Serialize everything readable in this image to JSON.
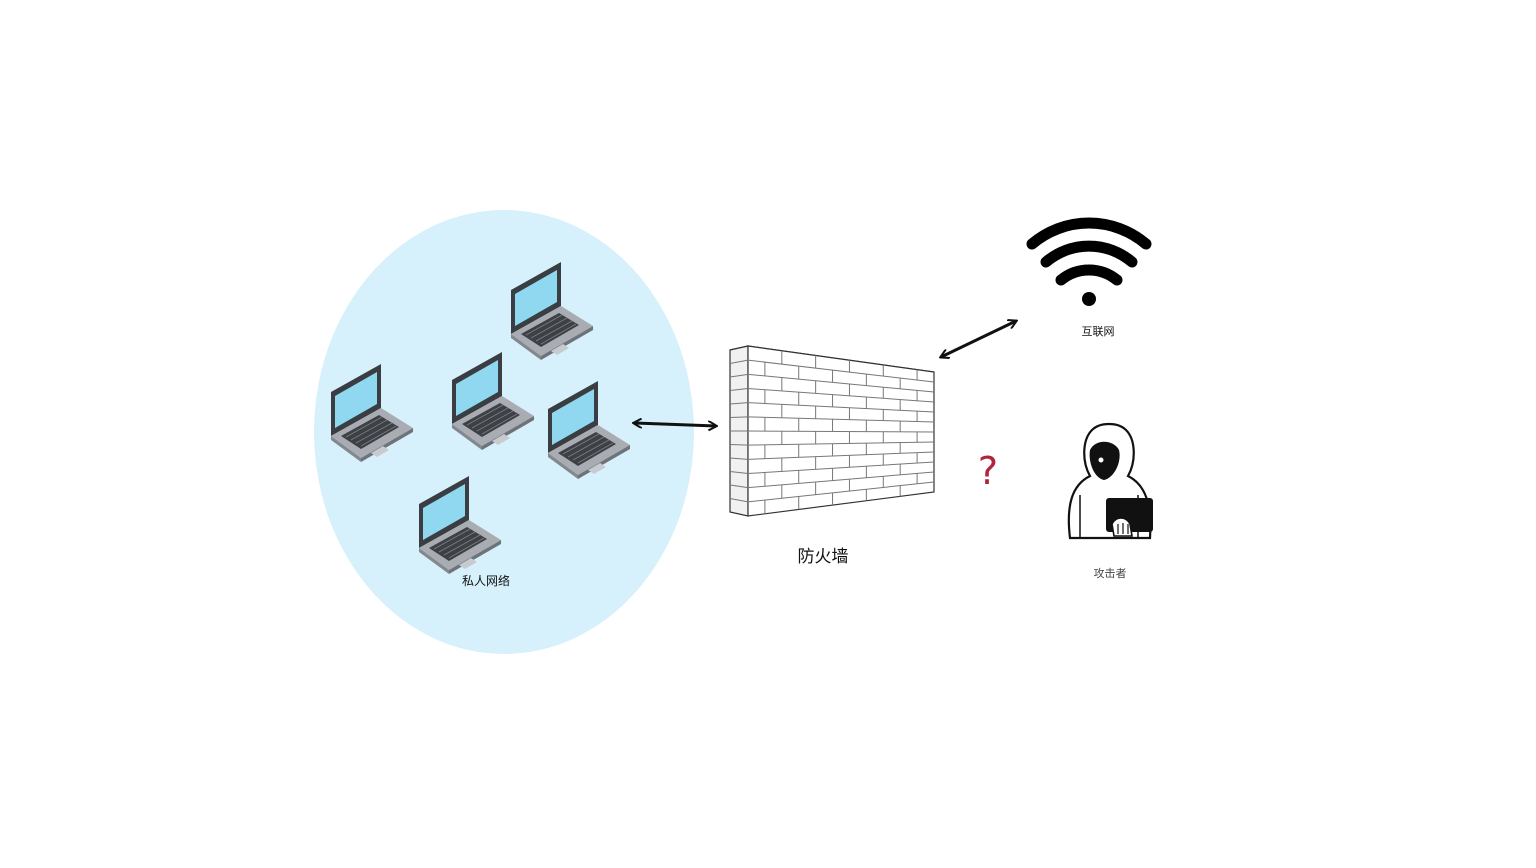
{
  "labels": {
    "private_network": "私人网络",
    "firewall": "防火墙",
    "internet": "互联网",
    "attacker": "攻击者",
    "question": "?"
  },
  "colors": {
    "network_zone": "#d6f1fb",
    "laptop_screen": "#8fd8f0",
    "laptop_body": "#8a8f96",
    "question_mark": "#b0253b",
    "arrow": "#111111"
  },
  "icons": {
    "laptop": "laptop-icon",
    "firewall": "brick-wall-icon",
    "internet": "wifi-icon",
    "attacker": "hooded-hacker-icon"
  }
}
